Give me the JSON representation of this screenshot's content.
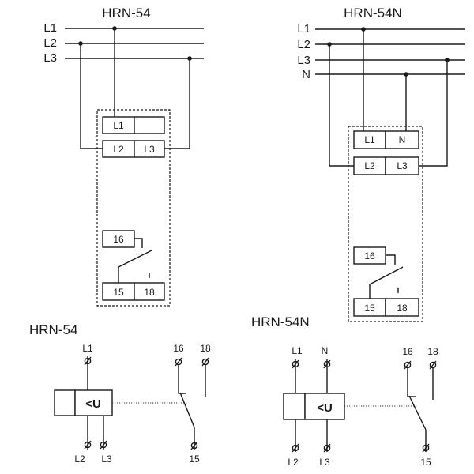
{
  "top_left": {
    "title": "HRN-54",
    "bus": [
      "L1",
      "L2",
      "L3"
    ],
    "terminals": {
      "row1": [
        "L1",
        ""
      ],
      "row2": [
        "L2",
        "L3"
      ],
      "contact_nc": "16",
      "contact_row": [
        "15",
        "18"
      ]
    }
  },
  "top_right": {
    "title": "HRN-54N",
    "bus": [
      "L1",
      "L2",
      "L3",
      "N"
    ],
    "terminals": {
      "row1": [
        "L1",
        "N"
      ],
      "row2": [
        "L2",
        "L3"
      ],
      "contact_nc": "16",
      "contact_row": [
        "15",
        "18"
      ]
    }
  },
  "bottom_left": {
    "title": "HRN-54",
    "inputs_top": [
      "L1"
    ],
    "inputs_bottom": [
      "L2",
      "L3"
    ],
    "relay_symbol": "<U",
    "contacts": [
      "16",
      "18",
      "15"
    ]
  },
  "bottom_right": {
    "title": "HRN-54N",
    "inputs_top": [
      "L1",
      "N"
    ],
    "inputs_bottom": [
      "L2",
      "L3"
    ],
    "relay_symbol": "<U",
    "contacts": [
      "16",
      "18",
      "15"
    ]
  }
}
